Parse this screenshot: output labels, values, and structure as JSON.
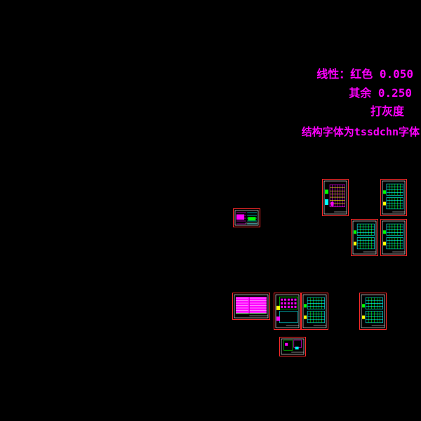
{
  "notes": {
    "line1": "线性：红色 0.050",
    "line2": "其余 0.250",
    "line3": "打灰度",
    "line4": "结构字体为tssdchn字体"
  },
  "colors": {
    "background": "#000000",
    "annotation": "#ff00ff",
    "sheet_border": "#ff2a2a",
    "grid_cyan": "#00ffff",
    "grid_green": "#00ff00",
    "grid_magenta": "#ff00ff",
    "grid_yellow": "#ffff00",
    "frame_white": "#ffffff"
  },
  "sheets": [
    {
      "id": "sheet-general-notes",
      "style": "notes"
    },
    {
      "id": "sheet-plan-a",
      "style": "magenta-grid"
    },
    {
      "id": "sheet-plan-b",
      "style": "cyan-grid"
    },
    {
      "id": "sheet-plan-c",
      "style": "cyan-grid"
    },
    {
      "id": "sheet-plan-d",
      "style": "cyan-grid"
    },
    {
      "id": "sheet-schedule",
      "style": "notes-large"
    },
    {
      "id": "sheet-foundation",
      "style": "mixed"
    },
    {
      "id": "sheet-floor-1",
      "style": "cyan-grid"
    },
    {
      "id": "sheet-floor-2",
      "style": "cyan-grid"
    },
    {
      "id": "sheet-detail",
      "style": "mixed-small"
    }
  ]
}
